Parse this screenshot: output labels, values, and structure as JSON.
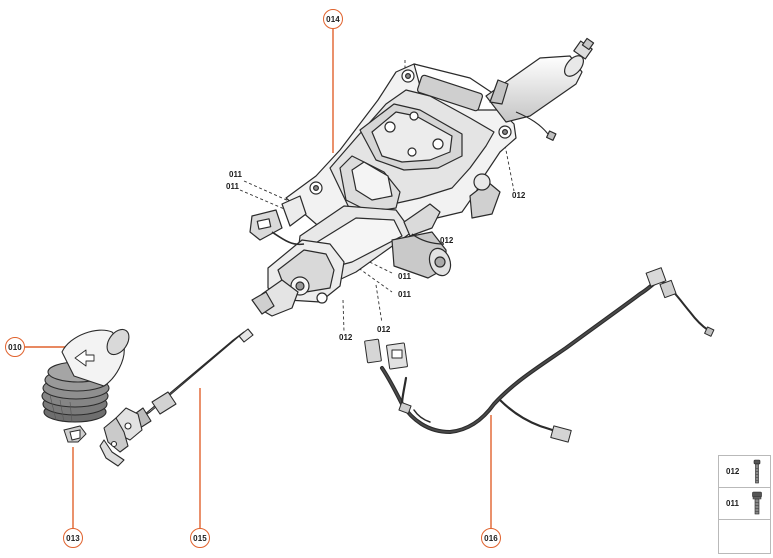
{
  "callouts": {
    "c010": "010",
    "c013": "013",
    "c014": "014",
    "c015": "015",
    "c016": "016"
  },
  "part_labels": {
    "p011_a": "011",
    "p011_b": "011",
    "p011_c": "011",
    "p011_d": "011",
    "p012_a": "012",
    "p012_b": "012",
    "p012_c": "012",
    "p012_d": "012"
  },
  "legend": {
    "bolt_012": "012",
    "bolt_011": "011",
    "arrow_icon": "direction-arrow-icon"
  },
  "colors": {
    "accent": "#e0622d",
    "line": "#2b2b2b",
    "fill": "#f1f1f1",
    "shade": "#cfcfcf"
  }
}
